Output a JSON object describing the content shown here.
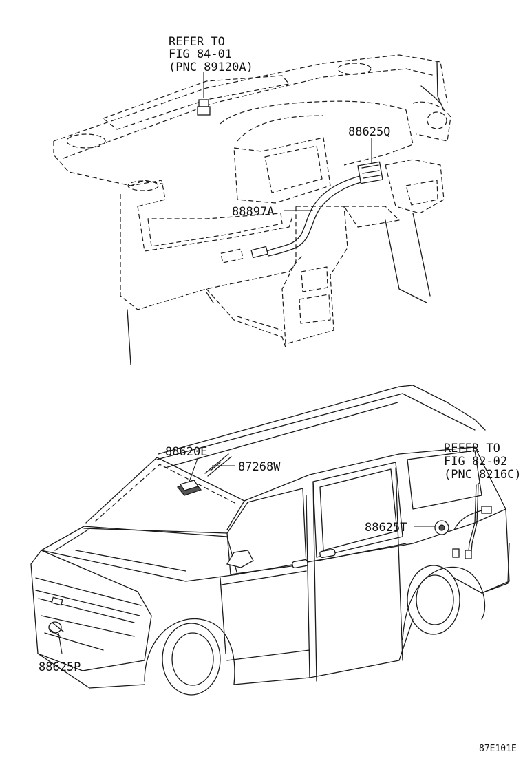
{
  "diagram": {
    "callouts": {
      "refer_top": [
        "REFER TO",
        "FIG 84-01",
        "(PNC 89120A)"
      ],
      "refer_right": [
        "REFER TO",
        "FIG 82-02",
        "(PNC 8216C)"
      ],
      "part_88625Q": "88625Q",
      "part_88897A": "88897A",
      "part_88620E": "88620E",
      "part_87268W": "87268W",
      "part_88625T": "88625T",
      "part_88625P": "88625P"
    },
    "figure_code": "87E101E"
  }
}
